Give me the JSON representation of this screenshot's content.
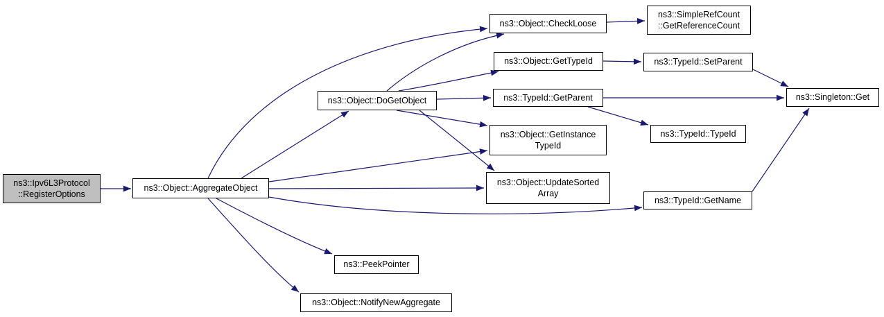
{
  "diagram": {
    "type": "call-graph",
    "colors": {
      "edge": "#191970",
      "node_border": "#000000",
      "node_fill": "#ffffff",
      "highlight_fill": "#bfbfbf",
      "background": "#ffffff"
    },
    "nodes": [
      {
        "id": "register-options",
        "highlighted": true,
        "lines": [
          "ns3::Ipv6L3Protocol",
          "::RegisterOptions"
        ]
      },
      {
        "id": "aggregate-object",
        "highlighted": false,
        "lines": [
          "ns3::Object::AggregateObject"
        ]
      },
      {
        "id": "do-get-object",
        "highlighted": false,
        "lines": [
          "ns3::Object::DoGetObject"
        ]
      },
      {
        "id": "check-loose",
        "highlighted": false,
        "lines": [
          "ns3::Object::CheckLoose"
        ]
      },
      {
        "id": "get-reference-count",
        "highlighted": false,
        "lines": [
          "ns3::SimpleRefCount",
          "::GetReferenceCount"
        ]
      },
      {
        "id": "get-type-id",
        "highlighted": false,
        "lines": [
          "ns3::Object::GetTypeId"
        ]
      },
      {
        "id": "set-parent",
        "highlighted": false,
        "lines": [
          "ns3::TypeId::SetParent"
        ]
      },
      {
        "id": "get-parent",
        "highlighted": false,
        "lines": [
          "ns3::TypeId::GetParent"
        ]
      },
      {
        "id": "singleton-get",
        "highlighted": false,
        "lines": [
          "ns3::Singleton::Get"
        ]
      },
      {
        "id": "type-id-constructor",
        "highlighted": false,
        "lines": [
          "ns3::TypeId::TypeId"
        ]
      },
      {
        "id": "get-instance-type-id",
        "highlighted": false,
        "lines": [
          "ns3::Object::GetInstance",
          "TypeId"
        ]
      },
      {
        "id": "update-sorted-array",
        "highlighted": false,
        "lines": [
          "ns3::Object::UpdateSorted",
          "Array"
        ]
      },
      {
        "id": "get-name",
        "highlighted": false,
        "lines": [
          "ns3::TypeId::GetName"
        ]
      },
      {
        "id": "peek-pointer",
        "highlighted": false,
        "lines": [
          "ns3::PeekPointer"
        ]
      },
      {
        "id": "notify-new-aggregate",
        "highlighted": false,
        "lines": [
          "ns3::Object::NotifyNewAggregate"
        ]
      }
    ],
    "edges": [
      {
        "from": "register-options",
        "to": "aggregate-object"
      },
      {
        "from": "aggregate-object",
        "to": "check-loose"
      },
      {
        "from": "aggregate-object",
        "to": "do-get-object"
      },
      {
        "from": "aggregate-object",
        "to": "get-instance-type-id"
      },
      {
        "from": "aggregate-object",
        "to": "update-sorted-array"
      },
      {
        "from": "aggregate-object",
        "to": "get-name"
      },
      {
        "from": "aggregate-object",
        "to": "peek-pointer"
      },
      {
        "from": "aggregate-object",
        "to": "notify-new-aggregate"
      },
      {
        "from": "do-get-object",
        "to": "check-loose"
      },
      {
        "from": "do-get-object",
        "to": "get-type-id"
      },
      {
        "from": "do-get-object",
        "to": "get-parent"
      },
      {
        "from": "do-get-object",
        "to": "get-instance-type-id"
      },
      {
        "from": "do-get-object",
        "to": "update-sorted-array"
      },
      {
        "from": "check-loose",
        "to": "get-reference-count"
      },
      {
        "from": "get-type-id",
        "to": "set-parent"
      },
      {
        "from": "set-parent",
        "to": "singleton-get"
      },
      {
        "from": "get-parent",
        "to": "singleton-get"
      },
      {
        "from": "get-parent",
        "to": "type-id-constructor"
      },
      {
        "from": "get-name",
        "to": "singleton-get"
      }
    ]
  }
}
